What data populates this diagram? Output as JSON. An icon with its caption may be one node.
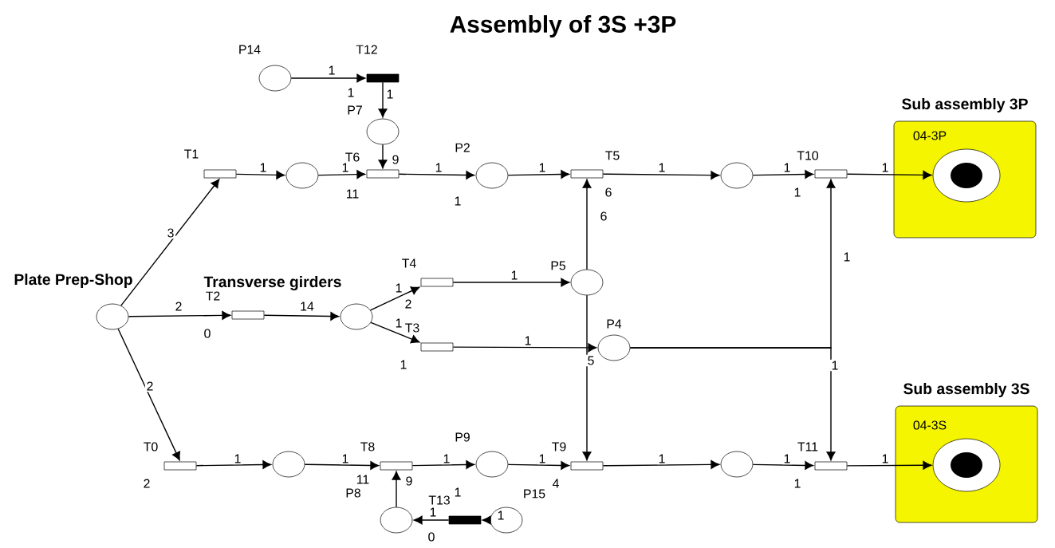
{
  "diagram": {
    "title": "Assembly of 3S +3P",
    "nodes": [
      {
        "text": [
          "Plate Prep-Shop"
        ]
      },
      {
        "text": [
          "P14"
        ]
      },
      {
        "text": [
          "T12"
        ],
        "beside": [
          "1"
        ]
      },
      {
        "text": [
          "P7"
        ]
      },
      {
        "text": [
          "T1"
        ]
      },
      {
        "text": [],
        "shape": "circle"
      },
      {
        "text": [
          "T6"
        ],
        "beside": [
          "11"
        ]
      },
      {
        "text": [
          "P2"
        ],
        "beside": [
          "1"
        ]
      },
      {
        "text": [
          "T5"
        ],
        "beside": [
          "6"
        ]
      },
      {
        "text": [],
        "shape": "circle"
      },
      {
        "text": [
          "T10"
        ],
        "beside": [
          "1"
        ]
      },
      {
        "text": [
          "Sub assembly 3P"
        ]
      },
      {
        "text": [
          "04-3P"
        ],
        "in": 11
      },
      {
        "text": [
          "T4"
        ],
        "beside": [
          "2"
        ]
      },
      {
        "text": [
          "P5"
        ]
      },
      {
        "text": [
          "Transverse girders"
        ]
      },
      {
        "text": [
          "T2"
        ],
        "beside": [
          "0"
        ]
      },
      {
        "text": [
          "T3"
        ],
        "beside": [
          "1"
        ]
      },
      {
        "text": [
          "P4"
        ]
      },
      {
        "text": [
          "T0"
        ],
        "beside": [
          "2"
        ]
      },
      {
        "text": [],
        "shape": "circle"
      },
      {
        "text": [
          "T8"
        ],
        "beside": [
          "11"
        ]
      },
      {
        "text": [
          "P9"
        ]
      },
      {
        "text": [
          "T9"
        ],
        "beside": [
          "4"
        ]
      },
      {
        "text": [],
        "shape": "circle"
      },
      {
        "text": [
          "T11"
        ],
        "beside": [
          "1"
        ]
      },
      {
        "text": [
          "Sub assembly 3S"
        ]
      },
      {
        "text": [
          "04-3S"
        ],
        "in": 26
      },
      {
        "text": [
          "P8"
        ]
      },
      {
        "text": [
          "T13"
        ],
        "beside": [
          "0"
        ]
      },
      {
        "text": [
          "P15",
          "1"
        ]
      }
    ],
    "edges": [
      {
        "from": 0,
        "to": 4,
        "arrow": "to",
        "label": "3"
      },
      {
        "from": 0,
        "to": 16,
        "arrow": "to",
        "label": "2"
      },
      {
        "from": 0,
        "to": 19,
        "arrow": "to",
        "label": "2"
      },
      {
        "from": 1,
        "to": 2,
        "arrow": "to",
        "label": "1"
      },
      {
        "from": 2,
        "to": 3,
        "arrow": "to",
        "label": "1"
      },
      {
        "from": 3,
        "to": 6,
        "arrow": "to",
        "label": "9"
      },
      {
        "from": 4,
        "to": 5,
        "arrow": "to",
        "label": "1"
      },
      {
        "from": 5,
        "to": 6,
        "arrow": "to",
        "label": "1"
      },
      {
        "from": 6,
        "to": 7,
        "arrow": "to",
        "label": "1"
      },
      {
        "from": 7,
        "to": 8,
        "arrow": "to",
        "label": "1"
      },
      {
        "from": 14,
        "to": 8,
        "arrow": "to",
        "label": "6"
      },
      {
        "from": 8,
        "to": 9,
        "arrow": "to",
        "label": "1"
      },
      {
        "from": 9,
        "to": 10,
        "arrow": "to",
        "label": "1"
      },
      {
        "from": 10,
        "to": 12,
        "arrow": "to",
        "label": "1"
      },
      {
        "from": 16,
        "to": 15,
        "arrow": "to",
        "label": "14"
      },
      {
        "from": 15,
        "to": 13,
        "arrow": "to",
        "label": "1"
      },
      {
        "from": 15,
        "to": 17,
        "arrow": "to",
        "label": "1"
      },
      {
        "from": 13,
        "to": 14,
        "arrow": "to",
        "label": "1"
      },
      {
        "from": 17,
        "to": 18,
        "arrow": "to",
        "label": "1"
      },
      {
        "from": 14,
        "to": 23,
        "arrow": "to",
        "label": "5"
      },
      {
        "from": 18,
        "to": 10,
        "arrow": "to",
        "label": "1"
      },
      {
        "from": 18,
        "to": 25,
        "arrow": "to",
        "label": "1"
      },
      {
        "from": 19,
        "to": 20,
        "arrow": "to",
        "label": "1"
      },
      {
        "from": 20,
        "to": 21,
        "arrow": "to",
        "label": "1"
      },
      {
        "from": 28,
        "to": 21,
        "arrow": "to",
        "label": "9"
      },
      {
        "from": 21,
        "to": 22,
        "arrow": "to",
        "label": "1"
      },
      {
        "from": 22,
        "to": 23,
        "arrow": "to",
        "label": "1"
      },
      {
        "from": 23,
        "to": 24,
        "arrow": "to",
        "label": "1"
      },
      {
        "from": 24,
        "to": 25,
        "arrow": "to",
        "label": "1"
      },
      {
        "from": 25,
        "to": 27,
        "arrow": "to",
        "label": "1"
      },
      {
        "from": 30,
        "to": 29,
        "arrow": "to",
        "label": "1"
      },
      {
        "from": 29,
        "to": 28,
        "arrow": "to",
        "label": "1"
      }
    ]
  }
}
